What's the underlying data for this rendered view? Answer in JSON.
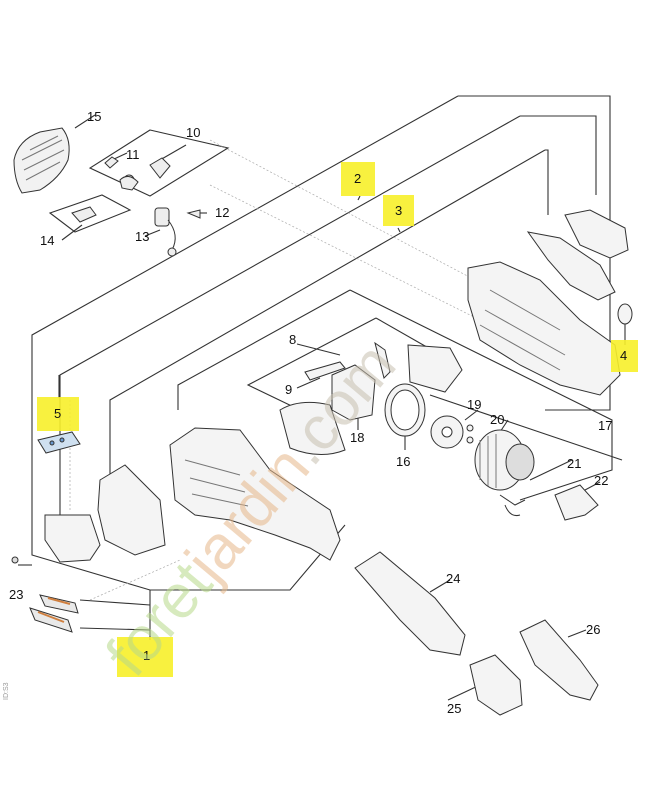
{
  "diagram": {
    "part_numbers": [
      "1",
      "2",
      "3",
      "4",
      "5",
      "8",
      "9",
      "10",
      "11",
      "12",
      "13",
      "14",
      "15",
      "16",
      "17",
      "18",
      "19",
      "20",
      "21",
      "22",
      "23",
      "24",
      "25",
      "26"
    ],
    "highlighted": [
      "1",
      "2",
      "3",
      "4",
      "5"
    ],
    "highlight_color": "#f7ef2a",
    "line_color": "#333333",
    "side_code": "ID:S3"
  },
  "watermark": {
    "part_a": "foret",
    "part_b": "jardin",
    "part_c": ".com",
    "color_a": "#b8d98a",
    "color_b": "#e7b88a",
    "color_c": "#c8c0b0"
  }
}
